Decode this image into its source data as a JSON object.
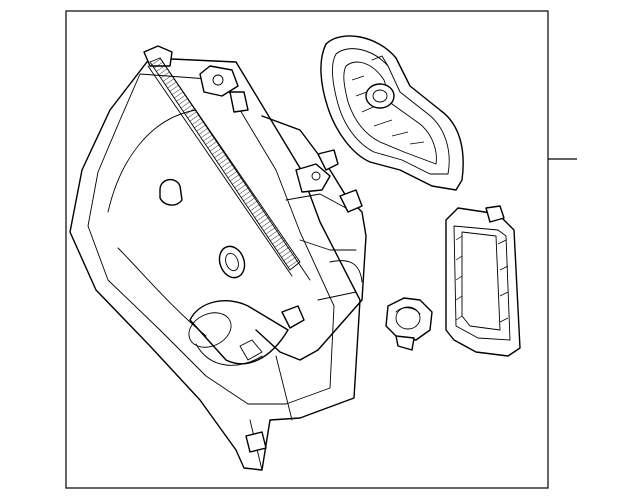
{
  "diagram": {
    "parts": [
      {
        "id": "headlamp-assembly"
      },
      {
        "id": "rear-cover-seal"
      },
      {
        "id": "bulb-socket"
      },
      {
        "id": "access-cover"
      }
    ]
  }
}
